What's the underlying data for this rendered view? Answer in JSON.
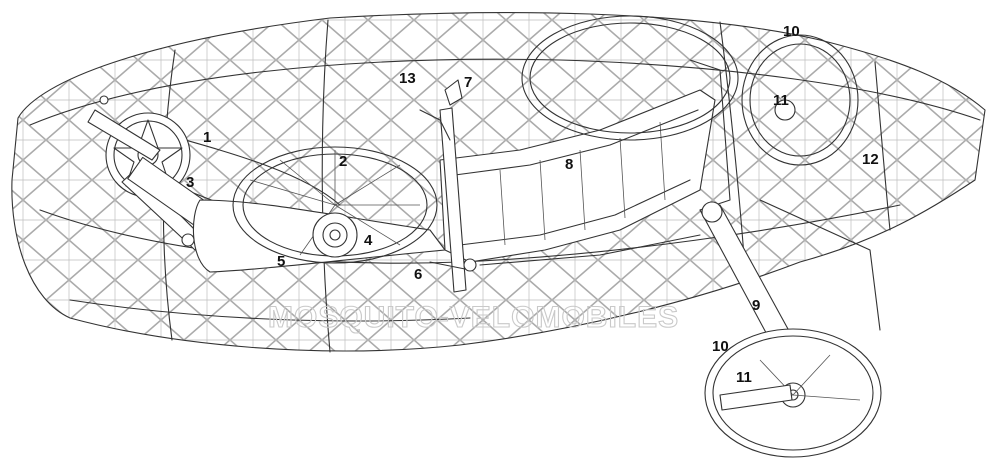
{
  "diagram": {
    "callouts": [
      "1",
      "2",
      "3",
      "4",
      "5",
      "6",
      "7",
      "8",
      "9",
      "10",
      "11",
      "12",
      "13",
      "10",
      "11"
    ],
    "watermark": "MOSQUITO-VELOMOBILES"
  },
  "colors": {
    "line": "#333333",
    "background": "#ffffff",
    "watermark": "#c9c9c9"
  }
}
